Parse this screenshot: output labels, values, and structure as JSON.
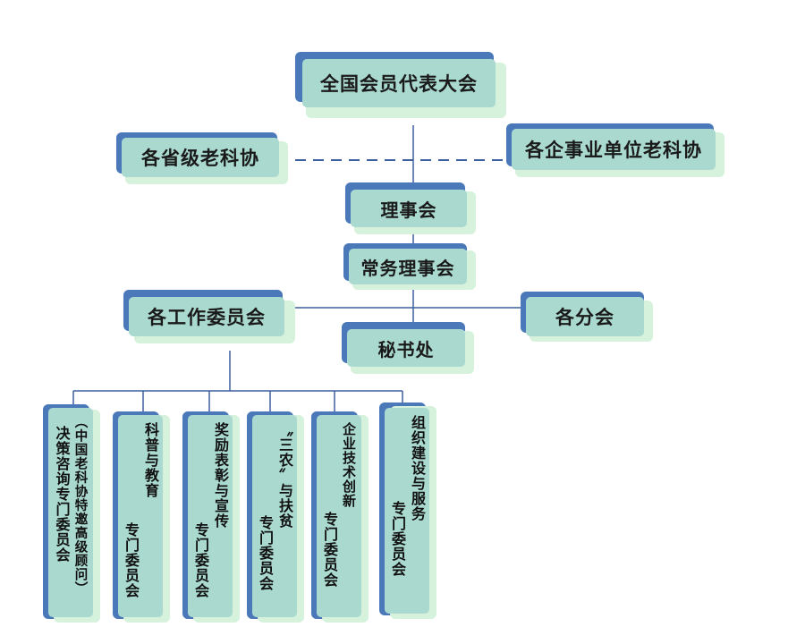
{
  "top": {
    "assembly": "全国会员代表大会"
  },
  "affiliates": {
    "provincial": "各省级老科协",
    "enterprise": "各企事业单位老科协"
  },
  "council": "理事会",
  "standing_council": "常务理事会",
  "working_committees": "各工作委员会",
  "branches": "各分会",
  "secretariat": "秘书处",
  "committees": [
    {
      "lines": [
        "（中国老科协特邀高级顾问）",
        "决策咨询专门委员会"
      ]
    },
    {
      "lines": [
        "科普与教育",
        "专门委员会"
      ]
    },
    {
      "lines": [
        "奖励表彰与宣传",
        "专门委员会"
      ]
    },
    {
      "lines": [
        "〝三农〞与扶贫",
        "专门委员会"
      ]
    },
    {
      "lines": [
        "企业技术创新",
        "专门委员会"
      ]
    },
    {
      "lines": [
        "组织建设与服务",
        "专门委员会"
      ]
    }
  ],
  "colors": {
    "box_back": "#4a78b8",
    "box_face": "#a9d9cf",
    "box_shadow": "#d6f1dc",
    "line": "#3d5fa0"
  }
}
